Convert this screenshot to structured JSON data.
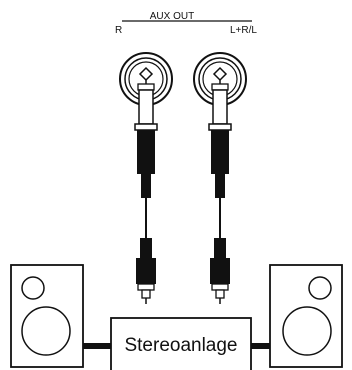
{
  "labels": {
    "aux_out": "AUX OUT",
    "right": "R",
    "left_mono": "L+R/L",
    "stereo_system": "Stereoanlage"
  },
  "colors": {
    "line": "#111111",
    "background": "#ffffff"
  },
  "icons": [
    "phone-jack-icon",
    "phone-plug-icon",
    "rca-plug-icon",
    "speaker-icon"
  ]
}
